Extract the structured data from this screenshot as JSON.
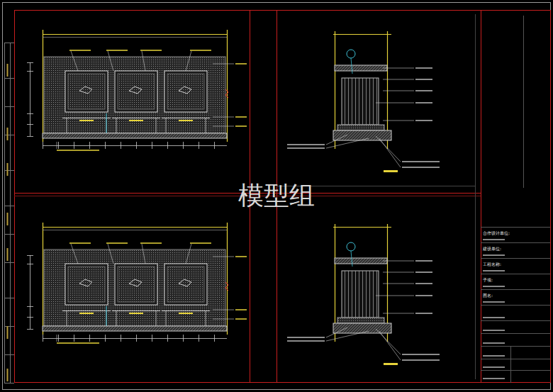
{
  "diagram": {
    "labels": [
      "模型组",
      "合作设计单位:",
      "建设单位:",
      "工程名称:",
      "子项:",
      "图名:"
    ]
  }
}
